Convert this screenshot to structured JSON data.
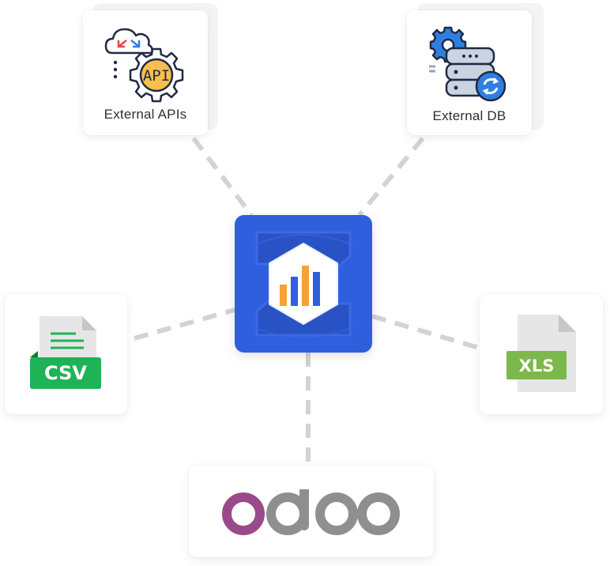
{
  "sources": {
    "external_apis": {
      "label": "External APIs",
      "icon": "api-gear-cloud-icon",
      "icon_text": "API"
    },
    "external_db": {
      "label": "External DB",
      "icon": "database-sync-icon"
    },
    "csv": {
      "icon": "csv-file-icon",
      "badge": "CSV",
      "badge_color": "#1db356"
    },
    "xls": {
      "icon": "xls-file-icon",
      "badge": "XLS",
      "badge_color": "#7cb84a"
    },
    "odoo": {
      "logo_text": "odoo",
      "colors": {
        "o_first": "#9a4a8b",
        "rest": "#8f8f8f"
      }
    }
  },
  "hub": {
    "icon": "bar-chart-hexagon-icon",
    "color": "#2f5fdd"
  }
}
